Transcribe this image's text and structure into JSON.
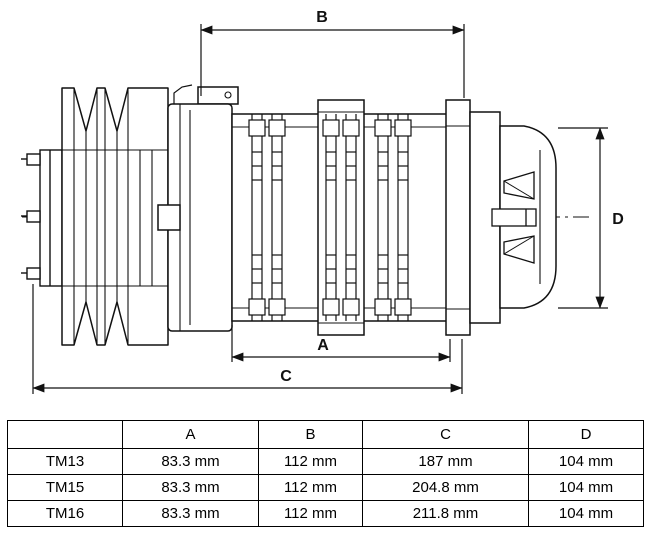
{
  "drawing": {
    "dim_labels": {
      "a": "A",
      "b": "B",
      "c": "C",
      "d": "D"
    },
    "line_color": "#111111",
    "background": "#ffffff"
  },
  "table": {
    "headers": [
      "",
      "A",
      "B",
      "C",
      "D"
    ],
    "rows": [
      [
        "TM13",
        "83.3 mm",
        "112 mm",
        "187 mm",
        "104 mm"
      ],
      [
        "TM15",
        "83.3 mm",
        "112 mm",
        "204.8 mm",
        "104 mm"
      ],
      [
        "TM16",
        "83.3 mm",
        "112 mm",
        "211.8 mm",
        "104 mm"
      ]
    ]
  }
}
